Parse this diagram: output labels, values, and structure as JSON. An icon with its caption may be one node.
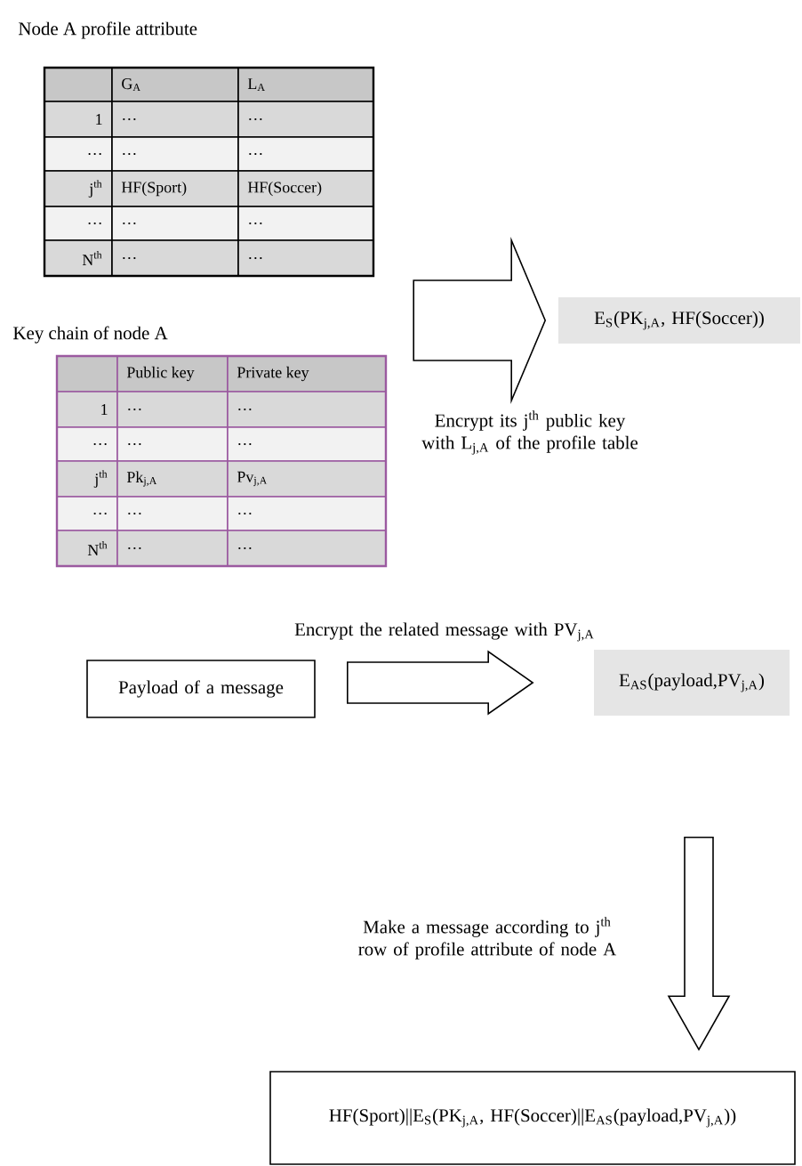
{
  "diagram": {
    "nodes": [
      {
        "text": [
          "Node A profile attribute"
        ]
      },
      {
        "text": [
          "Key chain of node A"
        ]
      },
      {
        "text": [
          "E$_{S}$(PK$_{j,A}$, HF(Soccer))"
        ]
      },
      {
        "text": [
          "Payload of a message"
        ]
      },
      {
        "text": [
          "E$_{AS}$(payload,PV$_{j,A}$)"
        ]
      },
      {
        "text": [
          "HF(Sport)||E$_{S}$(PK$_{j,A}$, HF(Soccer)||E$_{AS}$(payload,PV$_{j,A}$))"
        ]
      }
    ],
    "edges": [
      {
        "from": 1,
        "to": 2,
        "arrow": "to",
        "label": "Encrypt its j$^{th}$ public key with L$_{j,A}$ of the profile table"
      },
      {
        "from": 3,
        "to": 4,
        "arrow": "to",
        "label": "Encrypt the related message with PV$_{j,A}$"
      },
      {
        "from": 4,
        "to": 5,
        "arrow": "to",
        "label": "Make a message according to j$^{th}$ row of profile attribute of node A"
      }
    ],
    "labels": [
      "G$_{A}$",
      "L$_{A}$",
      "1",
      "…",
      "…",
      "…",
      "…",
      "…",
      "j$^{th}$",
      "HF(Sport)",
      "HF(Soccer)",
      "…",
      "…",
      "…",
      "N$^{th}$",
      "…",
      "…",
      "Public key",
      "Private key",
      "1",
      "…",
      "…",
      "…",
      "…",
      "…",
      "j$^{th}$",
      "Pk$_{j,A}$",
      "Pv$_{j,A}$",
      "…",
      "…",
      "…",
      "N$^{th}$",
      "…",
      "…"
    ]
  }
}
